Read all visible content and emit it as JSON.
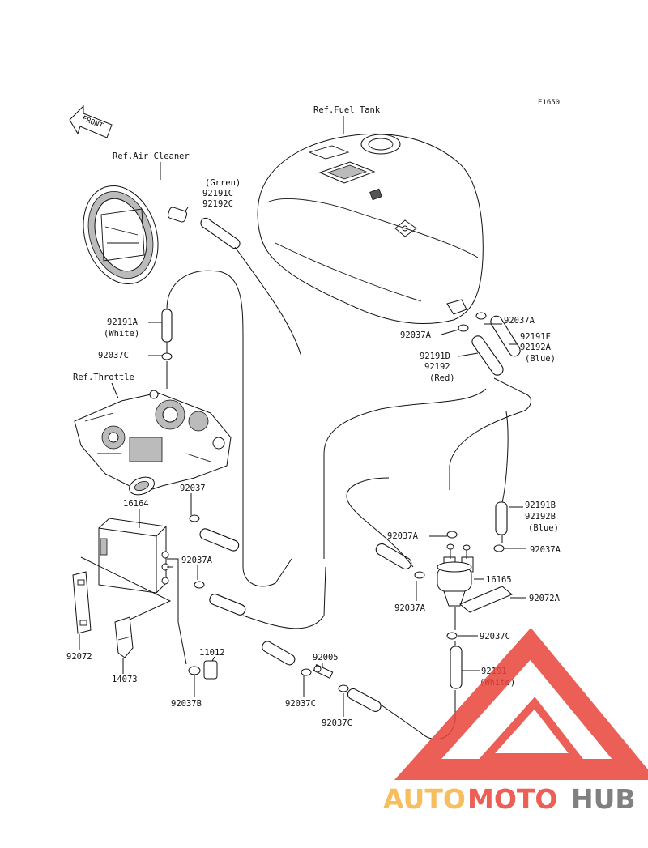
{
  "diagram_code": "E1650",
  "front_label": "FRONT",
  "references": {
    "fuel_tank": "Ref.Fuel Tank",
    "air_cleaner": "Ref.Air Cleaner",
    "throttle": "Ref.Throttle"
  },
  "parts": {
    "p_green_color": "(Grren)",
    "p_92191C": "92191C",
    "p_92192C": "92192C",
    "p_92191A": "92191A",
    "p_92191A_color": "(White)",
    "p_92037C_top": "92037C",
    "p_92037_left": "92037",
    "p_16164": "16164",
    "p_92037A_left": "92037A",
    "p_92072_left": "92072",
    "p_14073": "14073",
    "p_11012": "11012",
    "p_92037B": "92037B",
    "p_92005": "92005",
    "p_92037C_lower1": "92037C",
    "p_92037C_lower2": "92037C",
    "p_92037A_tank_left": "92037A",
    "p_92037A_tank_right": "92037A",
    "p_92191E": "92191E",
    "p_92192A": "92192A",
    "p_92192A_color": "(Blue)",
    "p_92191D": "92191D",
    "p_92192": "92192",
    "p_92192_color": "(Red)",
    "p_92191B": "92191B",
    "p_92192B": "92192B",
    "p_92192B_color": "(Blue)",
    "p_92037A_filter_left": "92037A",
    "p_92037A_filter_right": "92037A",
    "p_16165": "16165",
    "p_92037A_filter_bottom": "92037A",
    "p_92072A": "92072A",
    "p_92037C_right": "92037C",
    "p_92191_right": "92191",
    "p_92191_right_color": "(White)"
  },
  "watermark": {
    "part1": "AUTO",
    "part2": "MOTO",
    "part3": "HUB",
    "color_orange": "#f5b342",
    "color_red": "#e8443a",
    "color_gray": "#6b6b6b"
  }
}
